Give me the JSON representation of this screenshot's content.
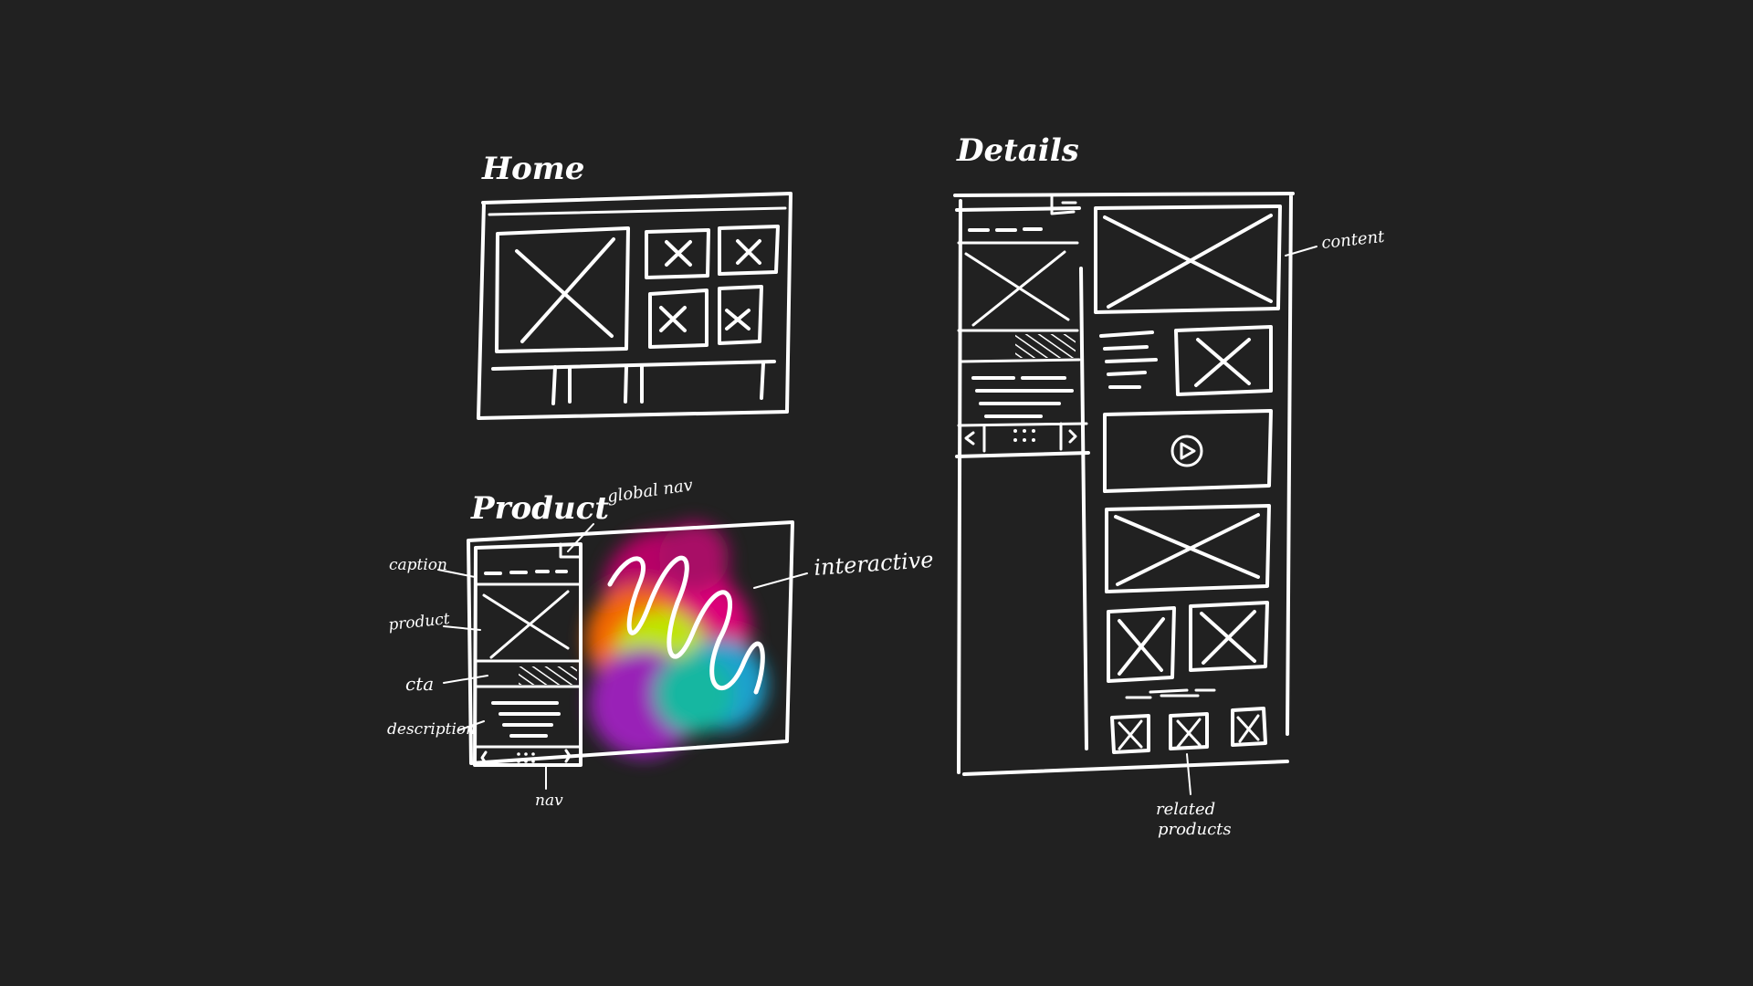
{
  "sections": {
    "home": {
      "title": "Home"
    },
    "product": {
      "title": "Product"
    },
    "details": {
      "title": "Details"
    }
  },
  "annotations": {
    "global_nav": "global nav",
    "caption": "caption",
    "product": "product",
    "cta": "cta",
    "description": "description",
    "nav": "nav",
    "interactive": "interactive",
    "content": "content",
    "related_line1": "related",
    "related_line2": "products"
  },
  "colors": {
    "background": "#212121",
    "ink": "#ffffff",
    "blob_magenta": "#e6007e",
    "blob_yellow": "#c8f000",
    "blob_purple": "#a020c0",
    "blob_cyan": "#1aa8d8"
  },
  "icons": {
    "placeholder": "image-placeholder-icon",
    "play": "play-icon",
    "prev": "chevron-left-icon",
    "next": "chevron-right-icon",
    "dots": "pagination-dots-icon"
  }
}
